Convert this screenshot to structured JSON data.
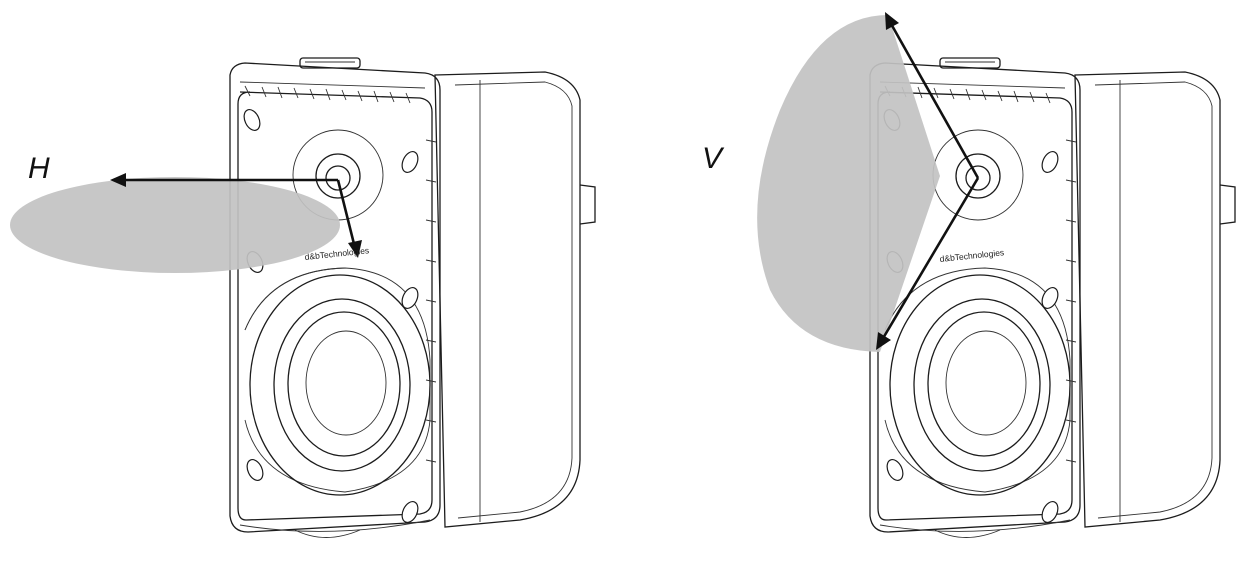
{
  "figure": {
    "left_panel": {
      "label": "H",
      "brand_text": "d&bTechnologies"
    },
    "right_panel": {
      "label": "V",
      "brand_text": "d&bTechnologies"
    },
    "colors": {
      "coverage_fill": "#c2c2c2",
      "line": "#1c1c1c",
      "arrow": "#111111",
      "background": "#ffffff"
    }
  }
}
